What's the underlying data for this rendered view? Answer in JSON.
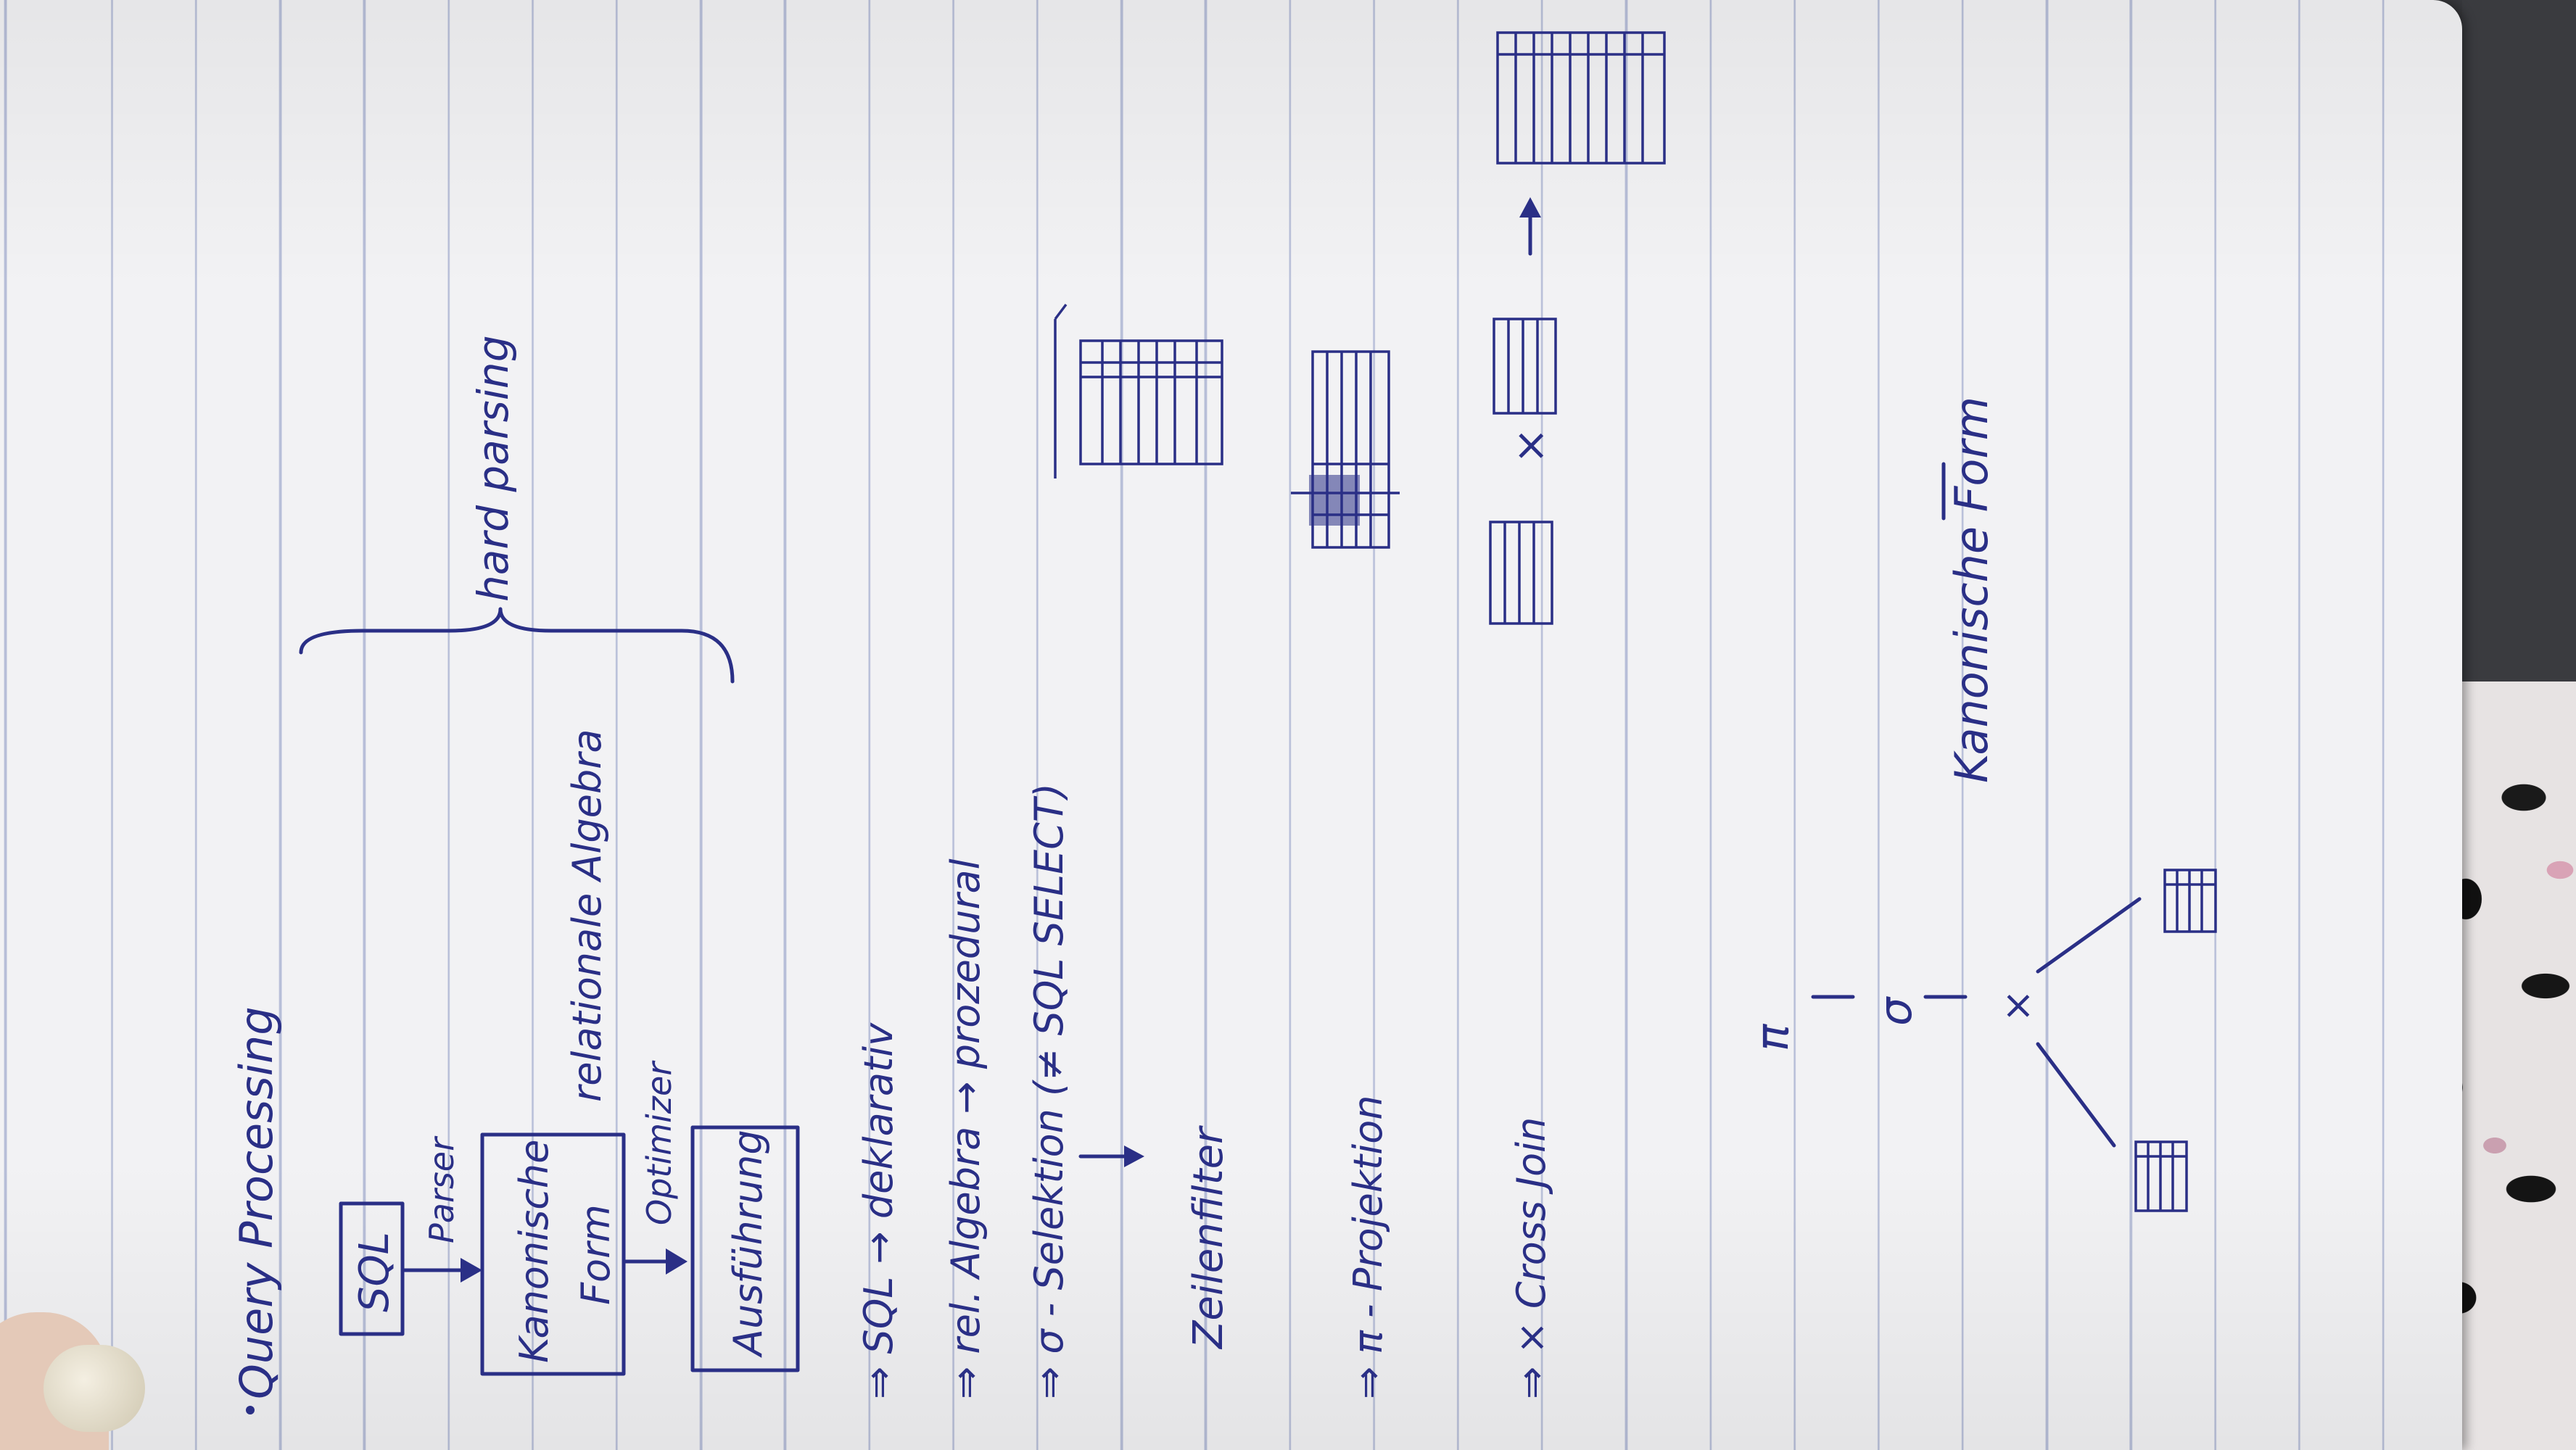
{
  "title": "Query Processing",
  "pipeline": {
    "sql": "SQL",
    "parser": "Parser",
    "kanonische_form": [
      "Kanonische",
      "Form"
    ],
    "relationale_algebra": "relationale Algebra",
    "optimizer": "Optimizer",
    "ausfuehrung": "Ausführung",
    "hard_parsing": "hard parsing"
  },
  "notes": {
    "sql_deklarativ": "⇒ SQL → deklarativ",
    "rel_algebra": "⇒ rel. Algebra → prozedural",
    "selektion": "⇒ σ - Selektion (≠ SQL SELECT)",
    "zeilenfilter": "Zeilenfilter",
    "projektion": "⇒ π - Projektion",
    "cross_join": "⇒ × Cross Join",
    "times": "×",
    "kanonische_form_title": "Kanonische Form"
  },
  "tree": {
    "pi": "π",
    "sigma": "σ",
    "cross": "×"
  },
  "colors": {
    "ink": "#2a2f86",
    "paper": "#f2f2f4",
    "rule_line": "#b7bed8"
  }
}
